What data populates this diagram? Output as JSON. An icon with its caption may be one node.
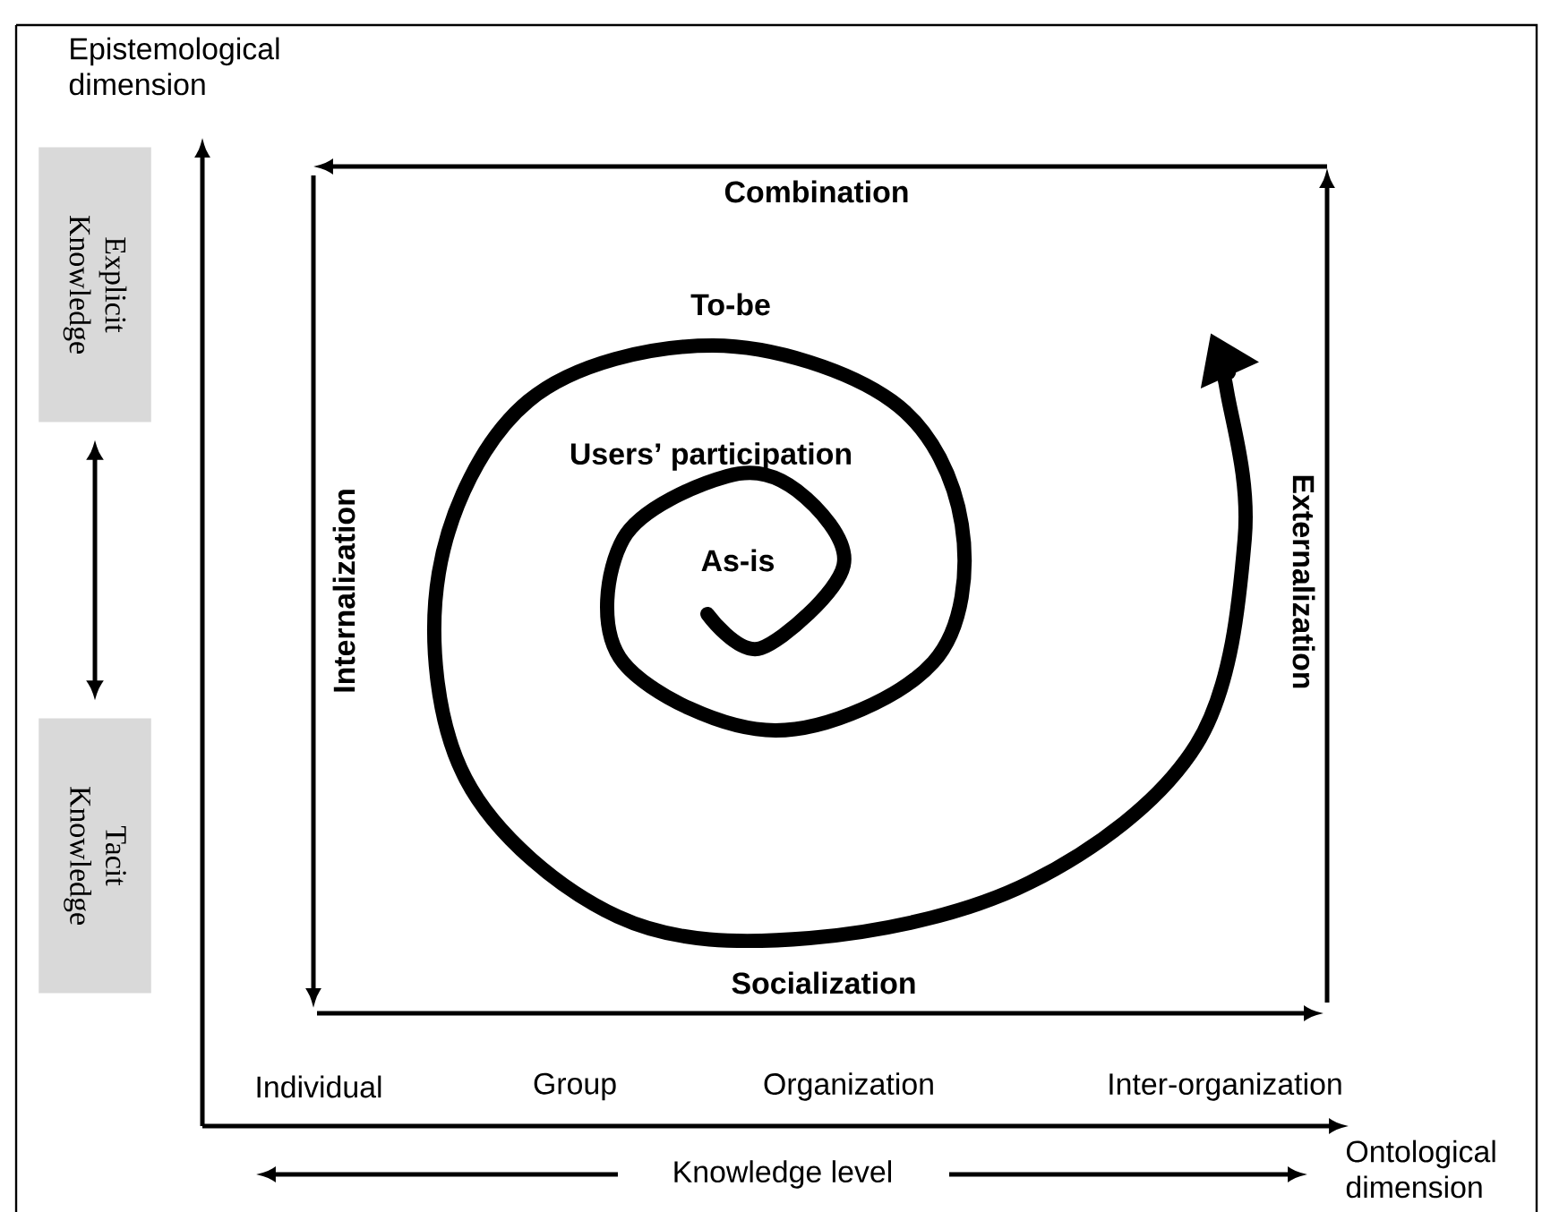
{
  "diagram": {
    "nodes": [
      {
        "text": [
          "Explicit Knowledge"
        ]
      },
      {
        "text": [
          "Tacit Knowledge"
        ]
      }
    ],
    "edges": [
      {
        "from": 0,
        "to": 1,
        "arrow": "both"
      }
    ],
    "labels": [
      "Epistemological dimension",
      "Combination",
      "To-be",
      "Users’ participation",
      "As-is",
      "Internalization",
      "Externalization",
      "Socialization",
      "Individual",
      "Group",
      "Organization",
      "Inter-organization",
      "Ontological dimension",
      "Knowledge level"
    ]
  }
}
